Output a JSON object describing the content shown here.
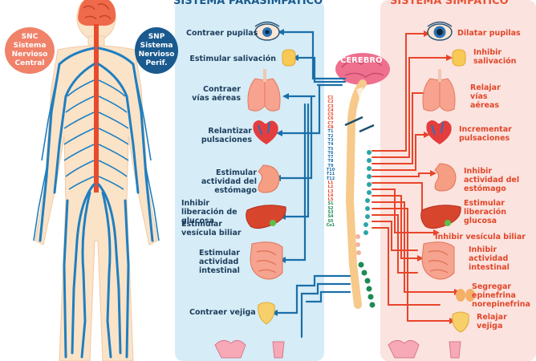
{
  "headers": {
    "parasympathetic": "SISTEMA PARASIMPÁTICO",
    "sympathetic": "SISTEMA SIMPÁTICO"
  },
  "badges": {
    "snc": "SNC Sistema Nervioso Central",
    "snp": "SNP Sistema Nervioso Perif."
  },
  "brain_label": "CEREBRO",
  "parasympathetic_labels": [
    "Contraer pupilas",
    "Estimular salivación",
    "Contraer vías aéreas",
    "Relantizar pulsaciones",
    "Estimular actividad del estómago",
    "Inhibir liberación de glucosa",
    "Estimular vesícula biliar",
    "Estimular actividad intestinal",
    "Contraer vejiga"
  ],
  "sympathetic_labels": [
    "Dilatar pupilas",
    "Inhibir salivación",
    "Relajar vías aéreas",
    "Incrementar pulsaciones",
    "Inhibir actividad del estómago",
    "Estimular liberación glucosa",
    "Inhibir vesícula biliar",
    "Inhibir actividad intestinal",
    "Segregar epinefrina norepinefrina",
    "Relajar vejiga"
  ],
  "vertebrae": {
    "cervical": [
      "C1",
      "C2",
      "C3",
      "C4",
      "C5",
      "C6",
      "C7",
      "C8"
    ],
    "thoracic": [
      "T1",
      "T2",
      "T3",
      "T4",
      "T5",
      "T6",
      "T7",
      "T8",
      "T9",
      "T10",
      "T11",
      "T12"
    ],
    "lumbar": [
      "L1",
      "L2",
      "L3",
      "L4",
      "L5"
    ],
    "sacral": [
      "S1",
      "S2",
      "S3",
      "S4",
      "S5",
      "Co1"
    ]
  },
  "colors": {
    "para": "#1a6fa8",
    "simp": "#e8452a",
    "para_panel": "#d6ecf7",
    "simp_panel": "#fbe3df",
    "nerve": "#1f7fc0",
    "spine": "#e84a2e"
  }
}
